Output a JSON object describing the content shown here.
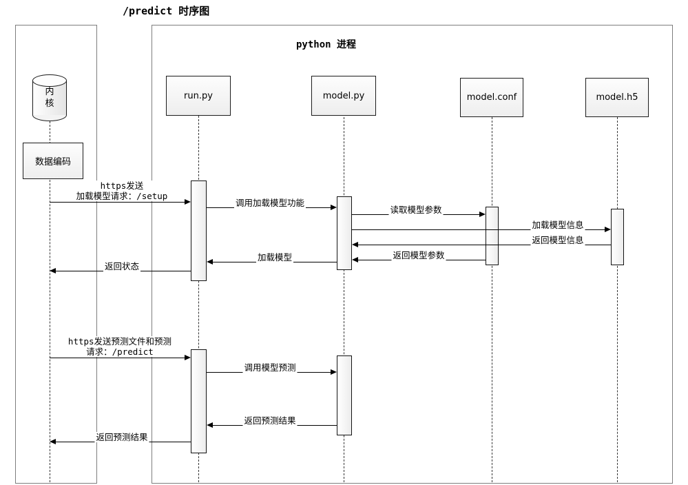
{
  "title": "/predict 时序图",
  "frames": {
    "kernel_frame": {
      "name": "kernel-frame",
      "label": ""
    },
    "python_frame": {
      "label": "python 进程"
    }
  },
  "actors": {
    "kernel": {
      "label_line1": "内",
      "label_line2": "核",
      "shape": "database-cylinder"
    },
    "data_encoding": {
      "label": "数据编码"
    },
    "run_py": {
      "label": "run.py"
    },
    "model_py": {
      "label": "model.py"
    },
    "model_conf": {
      "label": "model.conf"
    },
    "model_h5": {
      "label": "model.h5"
    }
  },
  "messages": [
    {
      "id": "m1",
      "label_line1": "https发送",
      "label_line2": "加载模型请求：/setup",
      "from": "kernel",
      "to": "run_py",
      "direction": "right"
    },
    {
      "id": "m2",
      "label": "调用加载模型功能",
      "from": "run_py",
      "to": "model_py",
      "direction": "right"
    },
    {
      "id": "m3",
      "label": "读取模型参数",
      "from": "model_py",
      "to": "model_conf",
      "direction": "right"
    },
    {
      "id": "m4",
      "label": "加载模型信息",
      "from": "model_conf",
      "to": "model_h5",
      "direction": "right"
    },
    {
      "id": "m5",
      "label": "返回模型信息",
      "from": "model_h5",
      "to": "model_py",
      "direction": "left"
    },
    {
      "id": "m6",
      "label": "返回模型参数",
      "from": "model_conf",
      "to": "model_py",
      "direction": "left"
    },
    {
      "id": "m7",
      "label": "加载模型",
      "from": "model_py",
      "to": "run_py",
      "direction": "left"
    },
    {
      "id": "m8",
      "label": "返回状态",
      "from": "run_py",
      "to": "kernel",
      "direction": "left"
    },
    {
      "id": "m9",
      "label_line1": "https发送预测文件和预测",
      "label_line2": "请求：/predict",
      "from": "kernel",
      "to": "run_py",
      "direction": "right"
    },
    {
      "id": "m10",
      "label": "调用模型预测",
      "from": "run_py",
      "to": "model_py",
      "direction": "right"
    },
    {
      "id": "m11",
      "label": "返回预测结果",
      "from": "model_py",
      "to": "run_py",
      "direction": "left"
    },
    {
      "id": "m12",
      "label": "返回预测结果",
      "from": "run_py",
      "to": "kernel",
      "direction": "left"
    }
  ],
  "colors": {
    "frame_border": "#7d7d7d",
    "box_border": "#1a1a1a",
    "box_fill": "#f2f2f2",
    "line": "#000000",
    "lifeline": "#333333",
    "background": "#ffffff"
  }
}
